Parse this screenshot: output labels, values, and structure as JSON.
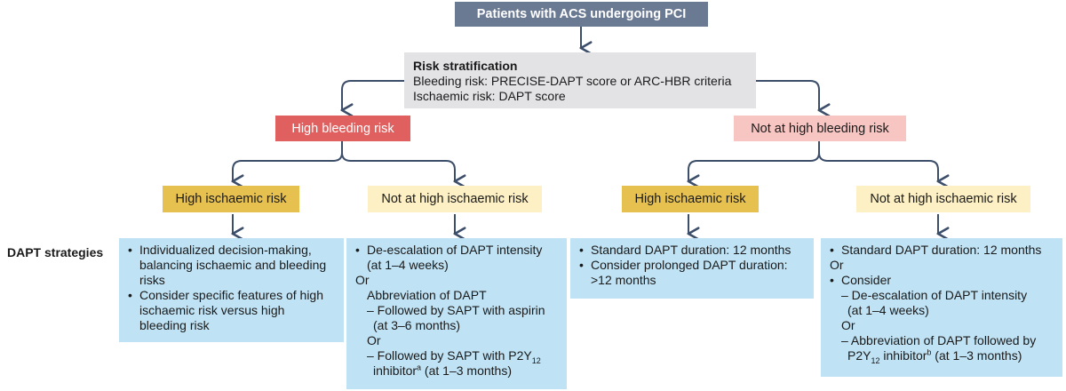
{
  "top_node": "Patients with ACS undergoing PCI",
  "risk_stratification": {
    "title": "Risk stratification",
    "line1": "Bleeding risk: PRECISE-DAPT score or ARC-HBR criteria",
    "line2": "Ischaemic risk: DAPT score"
  },
  "high_bleeding": "High bleeding risk",
  "not_high_bleeding": "Not at high bleeding risk",
  "high_ischaemic": "High ischaemic risk",
  "not_high_ischaemic": "Not at high ischaemic risk",
  "dapt_label": "DAPT strategies",
  "box1": {
    "b1": "Individualized decision-making, balancing ischaemic and bleeding risks",
    "b2": "Consider specific features of high ischaemic risk versus high bleeding risk"
  },
  "box2": {
    "b1a": "De-escalation of DAPT intensity",
    "b1b": "(at 1–4 weeks)",
    "or1": "Or",
    "abbrev": "Abbreviation of DAPT",
    "d1a": "– Followed by SAPT with aspirin",
    "d1b": "(at 3–6 months)",
    "or2": "Or",
    "d2a": "– Followed by SAPT with P2Y",
    "d2a_sub": "12",
    "d2b": "inhibitor",
    "d2b_sup": "a",
    "d2c": " (at 1–3 months)"
  },
  "box3": {
    "b1": "Standard DAPT duration: 12 months",
    "b2": "Consider prolonged DAPT duration: >12 months"
  },
  "box4": {
    "b1": "Standard DAPT duration: 12 months",
    "or1": "Or",
    "b2": "Consider",
    "d1a": "– De-escalation of DAPT intensity",
    "d1b": "(at 1–4 weeks)",
    "or2": "Or",
    "d2a": "– Abbreviation of DAPT followed by",
    "d2b": "P2Y",
    "d2b_sub": "12",
    "d2c": " inhibitor",
    "d2c_sup": "b",
    "d2d": " (at 1–3 months)"
  }
}
